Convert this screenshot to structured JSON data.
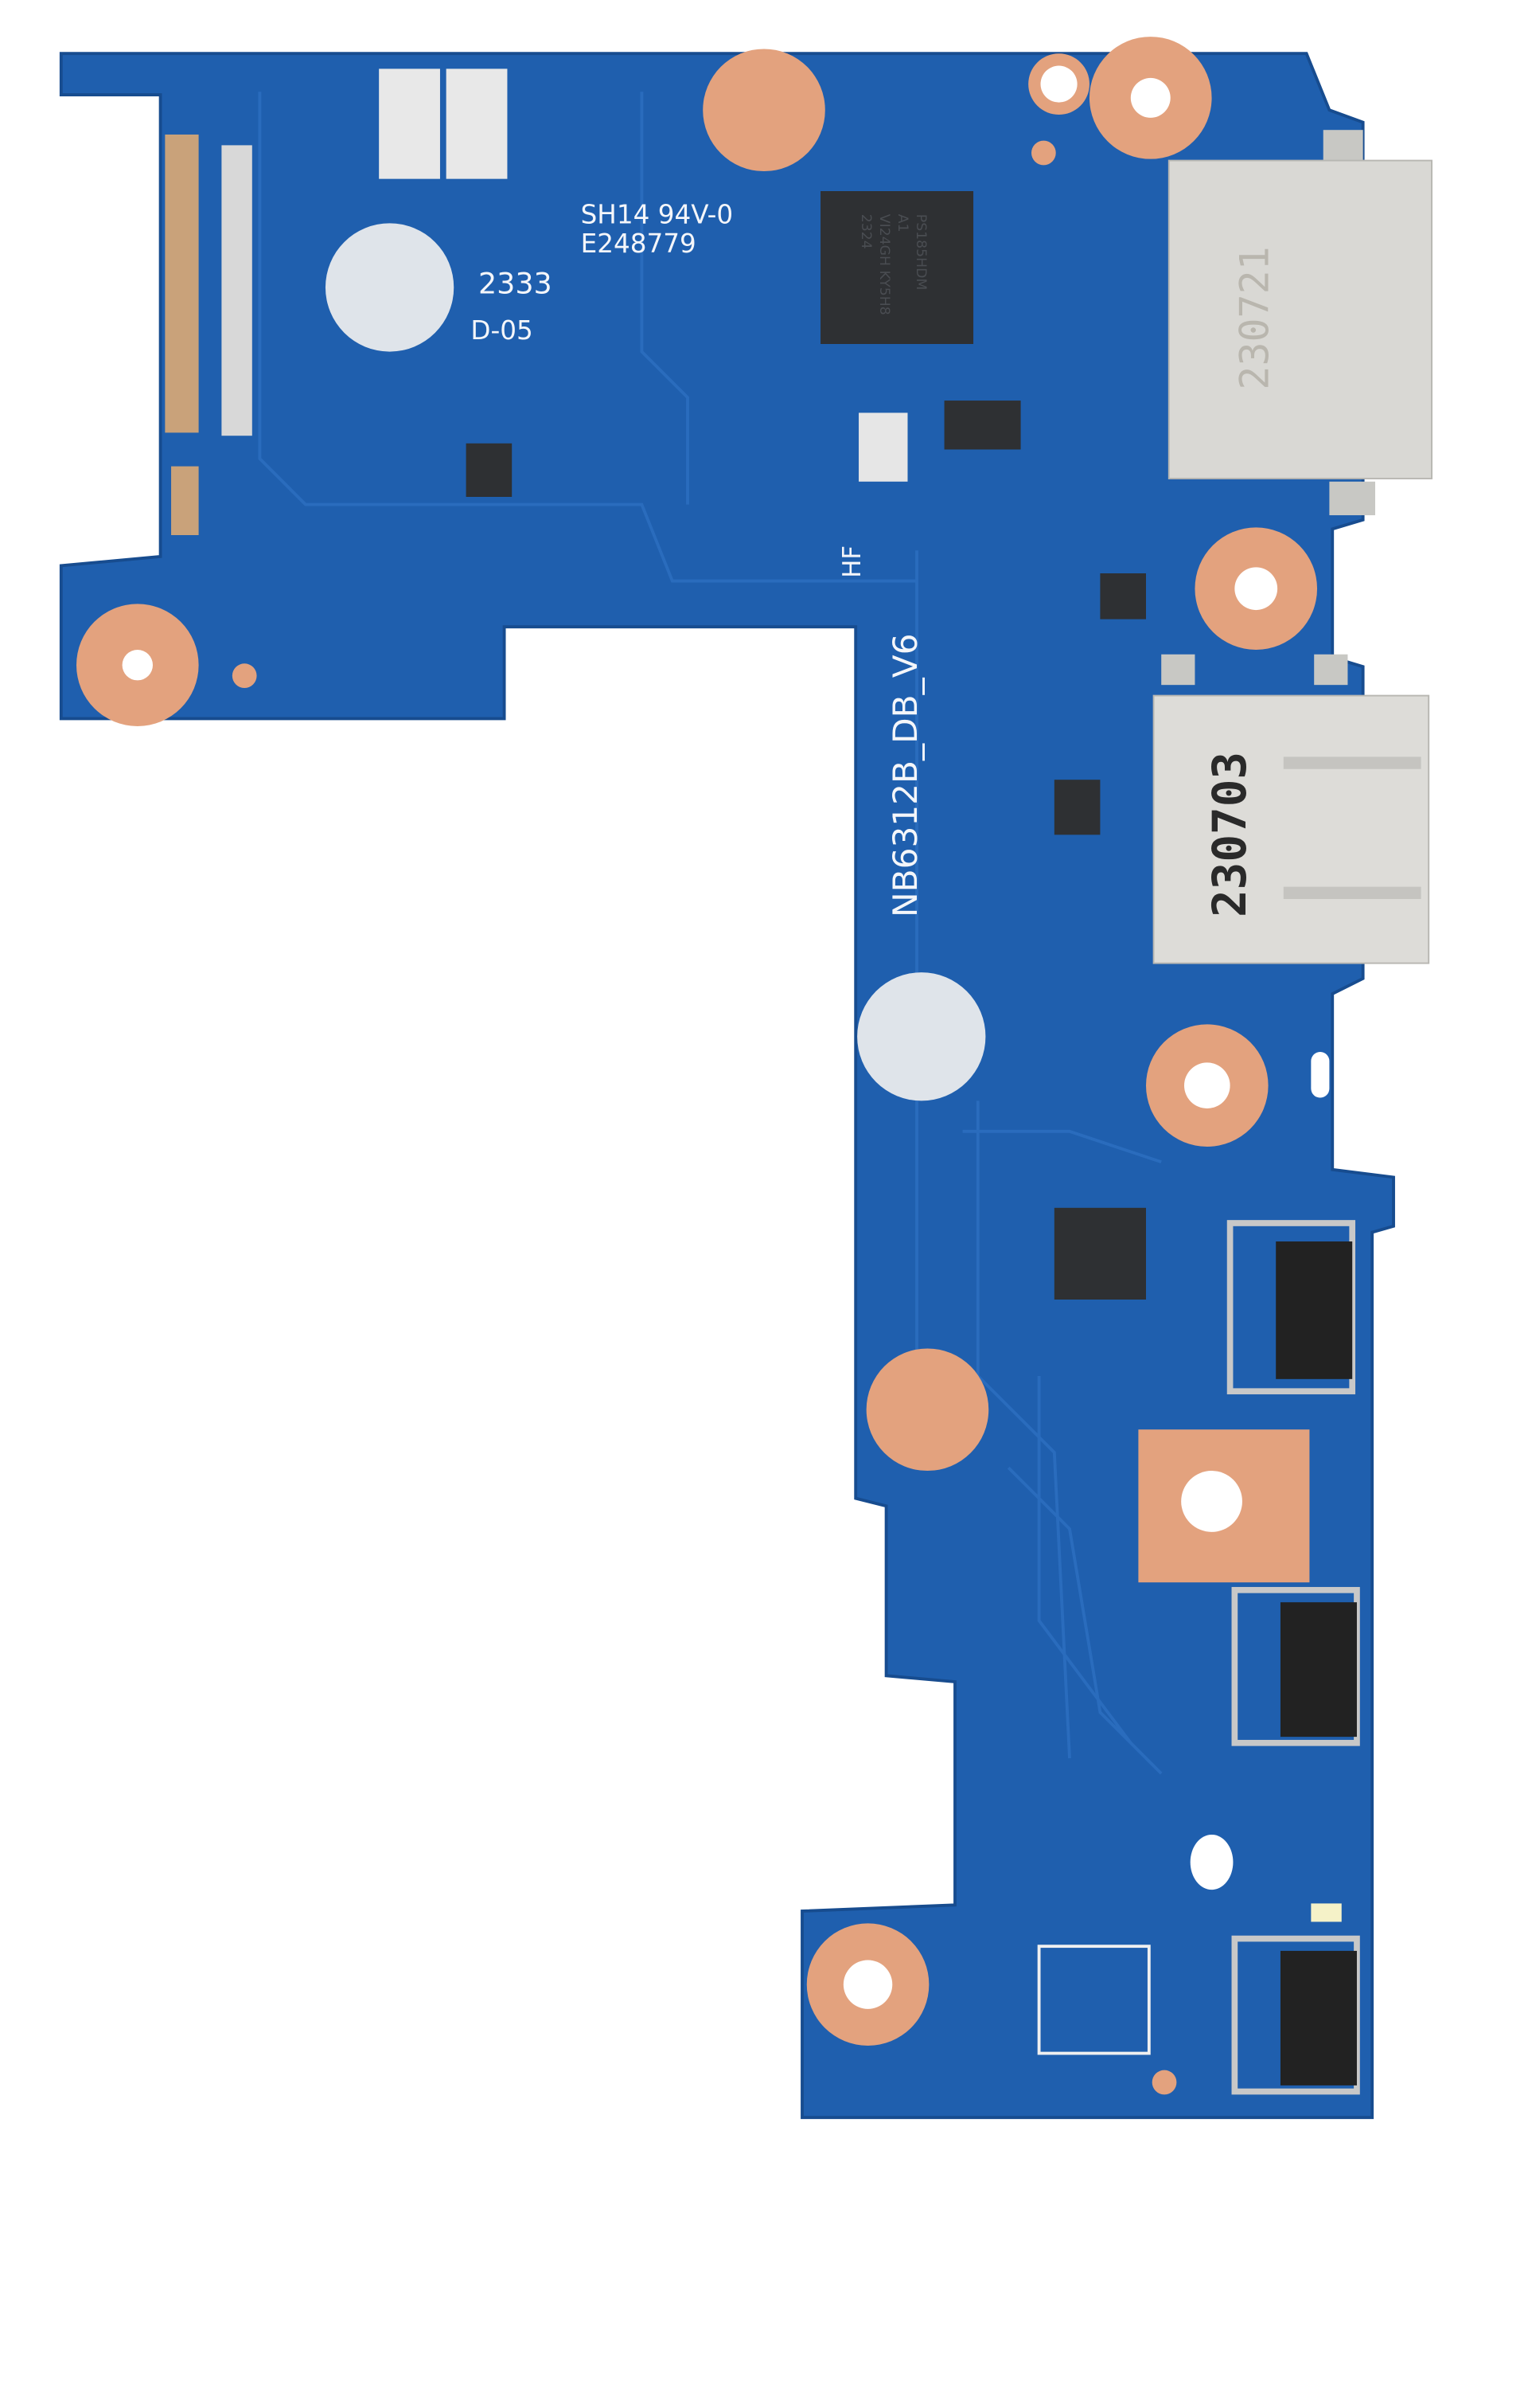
{
  "board": {
    "model_label": "NB6312B_DB_V6",
    "hf_label": "HF",
    "material_label": "SH14 94V-0",
    "ul_file_label": "E248779",
    "date_code": "2333",
    "revision_label": "D-05"
  },
  "chip_main": {
    "lines": [
      "PS185HDM",
      "A1",
      "VI24GH KY5H8",
      "2324"
    ]
  },
  "connectors": {
    "top_port_stamp": "230721",
    "middle_port_stamp": "230703"
  },
  "colors": {
    "pcb": "#1f5fae",
    "copper_pad": "#e3a27e",
    "metal": "#d9d8d4",
    "chip": "#2e3033"
  }
}
